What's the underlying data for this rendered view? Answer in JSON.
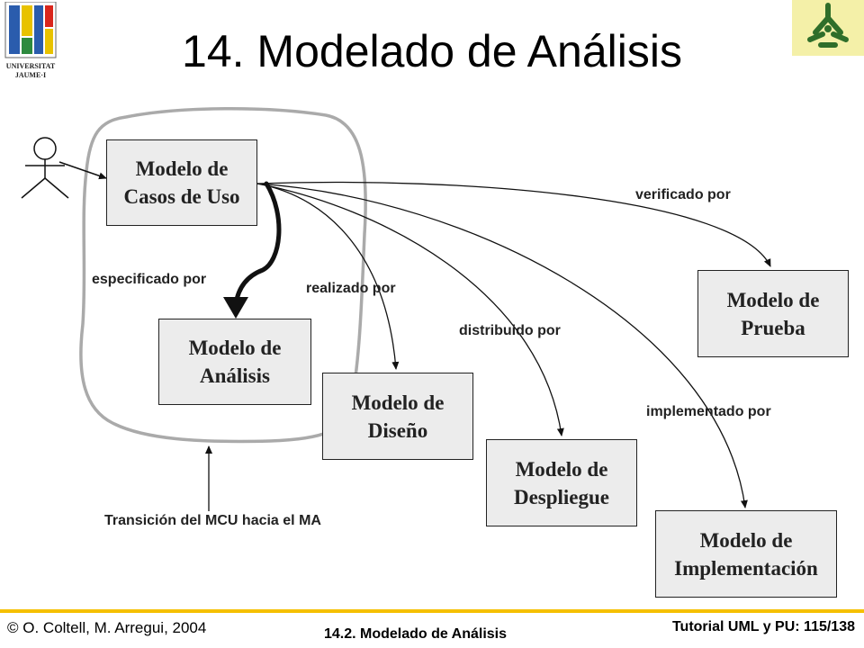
{
  "title": "14. Modelado de Análisis",
  "logo": {
    "institution_line1": "UNIVERSITAT",
    "institution_line2": "JAUME·I"
  },
  "diagram": {
    "boxes": {
      "casos_uso": "Modelo de\nCasos de Uso",
      "analisis": "Modelo de\nAnálisis",
      "diseno": "Modelo de\nDiseño",
      "despliegue": "Modelo de\nDespliegue",
      "prueba": "Modelo de\nPrueba",
      "implementacion": "Modelo de\nImplementación"
    },
    "labels": {
      "especificado": "especificado por",
      "realizado": "realizado por",
      "distribuido": "distribuido por",
      "verificado": "verificado por",
      "implementado": "implementado por",
      "transicion": "Transición del MCU hacia el MA"
    },
    "colors": {
      "box_fill": "#ececec",
      "cloud_stroke": "#aaaaaa",
      "accent_line": "#f5c000"
    }
  },
  "footer": {
    "authors": "© O. Coltell, M. Arregui, 2004",
    "section": "14.2. Modelado de Análisis",
    "page": "Tutorial UML y PU: 115/138"
  }
}
